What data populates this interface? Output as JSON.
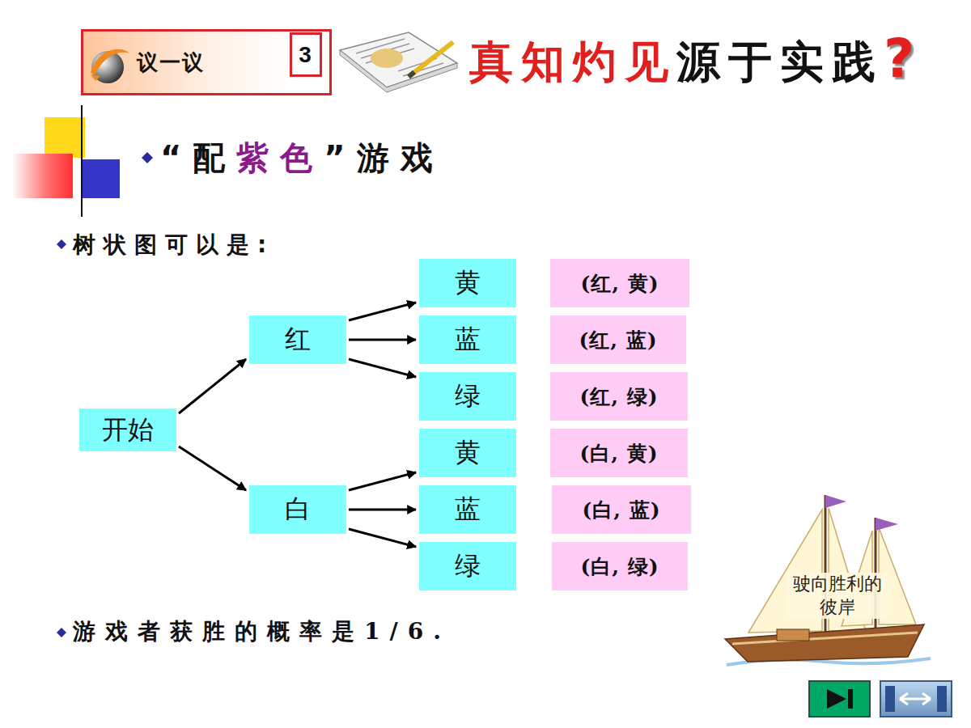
{
  "diagram": {
    "nodes": [
      {
        "text": [
          "议一议"
        ]
      },
      {
        "text": [
          "3"
        ],
        "in": 0
      },
      {
        "text": [
          "开始"
        ]
      },
      {
        "text": [
          "红"
        ]
      },
      {
        "text": [
          "白"
        ]
      },
      {
        "text": [
          "黄"
        ]
      },
      {
        "text": [
          "蓝"
        ]
      },
      {
        "text": [
          "绿"
        ]
      },
      {
        "text": [
          "黄"
        ]
      },
      {
        "text": [
          "蓝"
        ]
      },
      {
        "text": [
          "绿"
        ]
      },
      {
        "text": [
          "(红, 黄)"
        ]
      },
      {
        "text": [
          "(红, 蓝)"
        ]
      },
      {
        "text": [
          "(红, 绿)"
        ]
      },
      {
        "text": [
          "(白, 黄)"
        ]
      },
      {
        "text": [
          "(白, 蓝)"
        ]
      },
      {
        "text": [
          "(白, 绿)"
        ]
      }
    ],
    "edges": [
      {
        "from": 2,
        "to": 3,
        "arrow": "to"
      },
      {
        "from": 2,
        "to": 4,
        "arrow": "to"
      },
      {
        "from": 3,
        "to": 5,
        "arrow": "to"
      },
      {
        "from": 3,
        "to": 6,
        "arrow": "to"
      },
      {
        "from": 3,
        "to": 7,
        "arrow": "to"
      },
      {
        "from": 4,
        "to": 8,
        "arrow": "to"
      },
      {
        "from": 4,
        "to": 9,
        "arrow": "to"
      },
      {
        "from": 4,
        "to": 10,
        "arrow": "to"
      }
    ],
    "labels": [
      "真知灼见",
      "源于实践",
      "?",
      "“配",
      "紫色",
      "”游戏",
      "树状图可以是:",
      "游戏者获胜的概率是1/6.",
      "驶向胜利的彼岸"
    ]
  }
}
